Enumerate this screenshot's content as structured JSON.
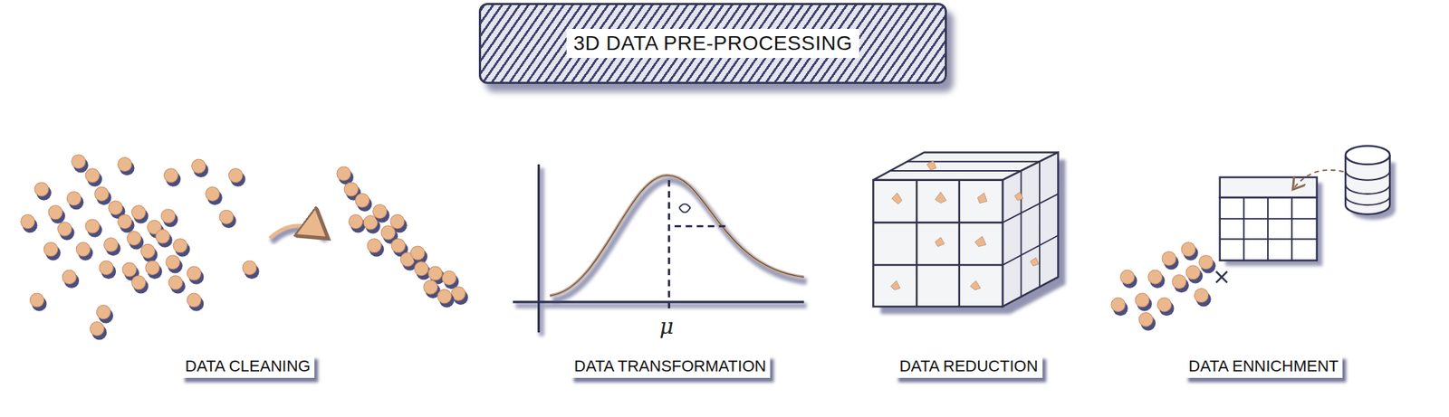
{
  "diagram": {
    "nodes": [
      {
        "text": [
          "3D DATA PRE-PROCESSING"
        ]
      }
    ],
    "labels": [
      "DATA CLEANING",
      "DATA TRANSFORMATION",
      "DATA REDUCTION",
      "DATA ENNICHMENT",
      "μ"
    ]
  }
}
